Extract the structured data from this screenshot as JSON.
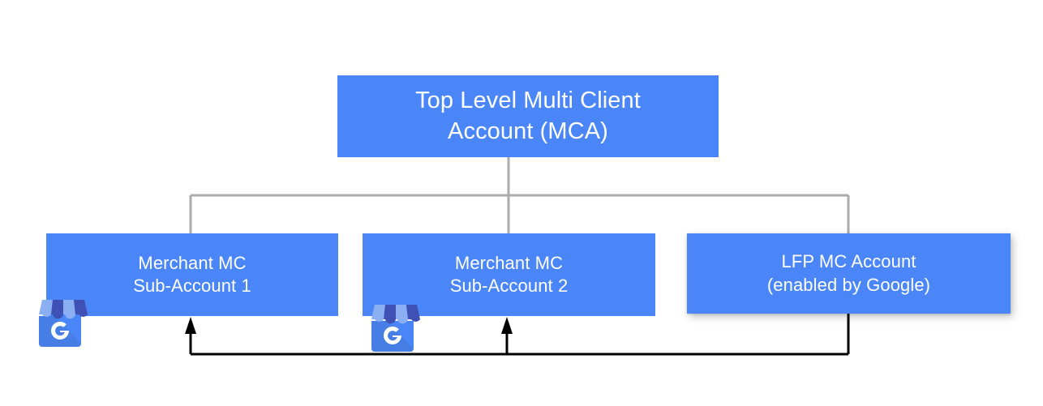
{
  "diagram": {
    "type": "hierarchy-tree",
    "title": "Multi Client Account structure",
    "colors": {
      "node_fill": "#4a86f7",
      "node_text": "#ffffff",
      "tree_connector": "#ababab",
      "feed_arrow": "#000000",
      "background": "#ffffff"
    },
    "nodes": [
      {
        "id": "mca",
        "label": "Top Level Multi Client\nAccount (MCA)",
        "level": "root"
      },
      {
        "id": "sub1",
        "label": "Merchant MC\nSub-Account 1",
        "level": "child",
        "icon": "google-business-profile-icon"
      },
      {
        "id": "sub2",
        "label": "Merchant MC\nSub-Account 2",
        "level": "child",
        "icon": "google-business-profile-icon"
      },
      {
        "id": "lfp",
        "label": "LFP MC Account\n(enabled by Google)",
        "level": "child"
      }
    ],
    "edges": [
      {
        "from": "mca",
        "to": "sub1",
        "style": "gray-elbow"
      },
      {
        "from": "mca",
        "to": "sub2",
        "style": "gray-elbow"
      },
      {
        "from": "mca",
        "to": "lfp",
        "style": "gray-elbow"
      },
      {
        "from": "lfp",
        "to": "sub1",
        "style": "black-arrow"
      },
      {
        "from": "lfp",
        "to": "sub2",
        "style": "black-arrow"
      }
    ],
    "icons": {
      "google_business_profile": "google-business-profile-icon"
    }
  }
}
